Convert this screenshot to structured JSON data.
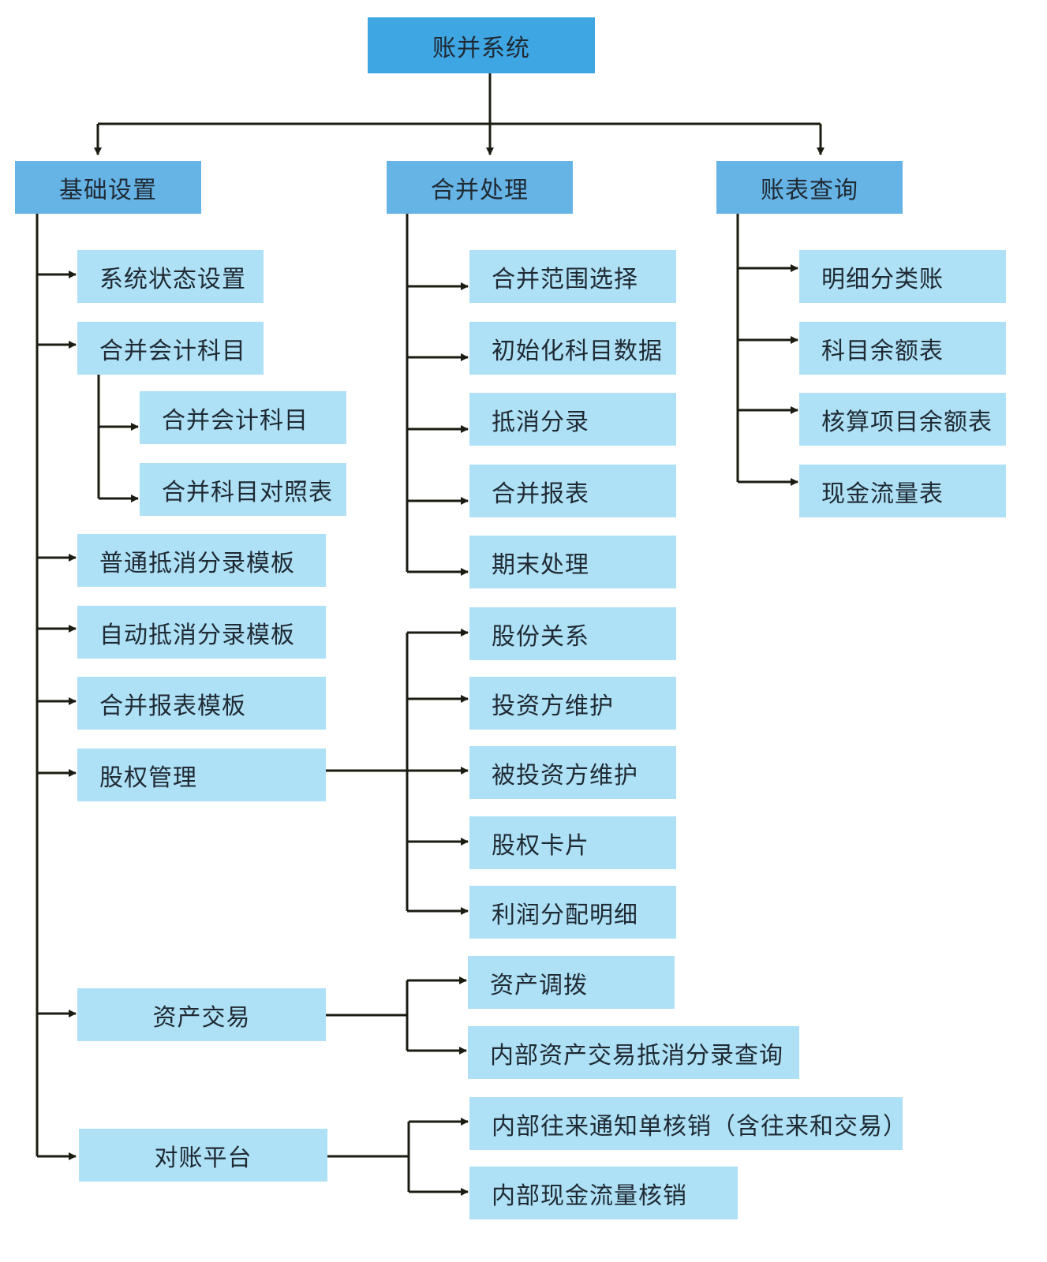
{
  "root": {
    "label": "账并系统"
  },
  "categories": [
    {
      "label": "基础设置"
    },
    {
      "label": "合并处理"
    },
    {
      "label": "账表查询"
    }
  ],
  "base_settings": {
    "items": [
      {
        "label": "系统状态设置"
      },
      {
        "label": "合并会计科目"
      },
      {
        "label": "普通抵消分录模板"
      },
      {
        "label": "自动抵消分录模板"
      },
      {
        "label": "合并报表模板"
      },
      {
        "label": "股权管理"
      },
      {
        "label": "资产交易"
      },
      {
        "label": "对账平台"
      }
    ],
    "account_children": [
      {
        "label": "合并会计科目"
      },
      {
        "label": "合并科目对照表"
      }
    ]
  },
  "processing": {
    "items": [
      {
        "label": "合并范围选择"
      },
      {
        "label": "初始化科目数据"
      },
      {
        "label": "抵消分录"
      },
      {
        "label": "合并报表"
      },
      {
        "label": "期末处理"
      }
    ]
  },
  "equity": {
    "items": [
      {
        "label": "股份关系"
      },
      {
        "label": "投资方维护"
      },
      {
        "label": "被投资方维护"
      },
      {
        "label": "股权卡片"
      },
      {
        "label": "利润分配明细"
      }
    ]
  },
  "asset_trade": {
    "items": [
      {
        "label": "资产调拨"
      },
      {
        "label": "内部资产交易抵消分录查询"
      }
    ]
  },
  "reconciliation": {
    "items": [
      {
        "label": "内部往来通知单核销（含往来和交易）"
      },
      {
        "label": "内部现金流量核销"
      }
    ]
  },
  "reports": {
    "items": [
      {
        "label": "明细分类账"
      },
      {
        "label": "科目余额表"
      },
      {
        "label": "核算项目余额表"
      },
      {
        "label": "现金流量表"
      }
    ]
  },
  "colors": {
    "root": "#3fa6e4",
    "category": "#66b3e6",
    "leaf": "#aee0f6",
    "line": "#1b1b12",
    "text": "#1f2a33"
  }
}
